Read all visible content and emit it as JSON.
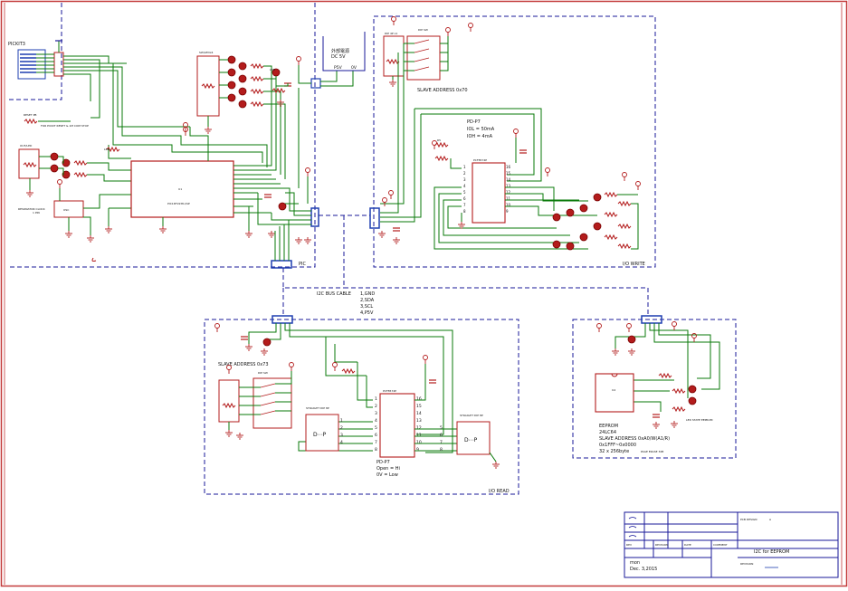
{
  "sheet": {
    "colors": {
      "border": "#c33b3b",
      "wire": "#0a7a0a",
      "frame": "#1a1a9a",
      "part": "#b31c1c",
      "text": "#111111",
      "connector": "#1f3fb0"
    }
  },
  "blocks": {
    "pic": {
      "label": "PIC",
      "pickit_label": "PICKIT3",
      "power_label_1": "外部電源",
      "power_label_2": "DC 5V",
      "p5v": "P5V",
      "zero_v": "0V"
    },
    "write": {
      "label": "I/O WRITE",
      "slave_address": "SLAVE ADDRESS 0x70",
      "chip_name": "PD-P7",
      "iol": "IOL = 50mA",
      "ioh": "IOH = 4mA"
    },
    "cable": {
      "title": "I2C BUS CABLE",
      "pins": [
        "1,GND",
        "2,SDA",
        "3,SCL",
        "4,P5V"
      ]
    },
    "read": {
      "label": "I/O READ",
      "slave_address": "SLAVE ADDRESS 0x73",
      "chip_name": "PD-P7",
      "open_state": "Open = Hi",
      "zero_state": "0V = Low",
      "dip_symbol": "D⋯P"
    },
    "eeprom": {
      "name": "EEPROM",
      "part": "24LC64",
      "address": "SLAVE ADDRESS 0xA0/W(A1/R)",
      "range": "0x1FFF~0x0000",
      "size": "32 x 256byte"
    }
  },
  "title_block": {
    "title": "I2C for EEPROM",
    "author": "mon",
    "date": "Dec. 3,2015"
  }
}
